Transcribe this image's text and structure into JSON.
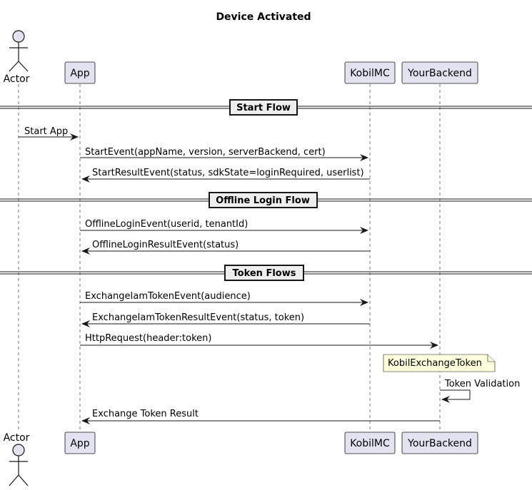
{
  "title": "Device Activated",
  "participants": {
    "actor": "Actor",
    "app": "App",
    "kobilmc": "KobilMC",
    "backend": "YourBackend"
  },
  "dividers": {
    "start": "Start Flow",
    "offline": "Offline Login Flow",
    "token": "Token Flows"
  },
  "messages": {
    "m1": "Start App",
    "m2": "StartEvent(appName, version, serverBackend, cert)",
    "m3": "StartResultEvent(status, sdkState=loginRequired, userlist)",
    "m4": "OfflineLoginEvent(userid, tenantId)",
    "m5": "OfflineLoginResultEvent(status)",
    "m6": "ExchangeIamTokenEvent(audience)",
    "m7": "ExchangeIamTokenResultEvent(status, token)",
    "m8": "HttpRequest(header:token)",
    "m9": "Token Validation",
    "m10": "Exchange Token Result"
  },
  "note": "KobilExchangeToken",
  "colors": {
    "participant_fill": "#E2E2F0",
    "participant_stroke": "#181818",
    "divider_fill": "#EEEEEE",
    "note_fill": "#FEFFDD",
    "lifeline": "#181818"
  }
}
